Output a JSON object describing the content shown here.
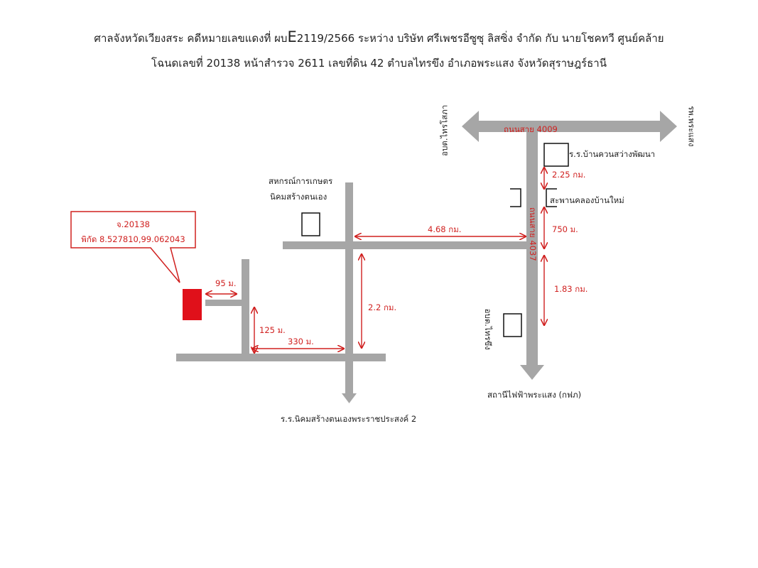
{
  "header": {
    "line1_prefix": "ศาลจังหวัดเวียงสระ คดีหมายเลขแดงที่ ผบ",
    "line1_e": "E",
    "line1_suffix": "2119/2566 ระหว่าง บริษัท ศรีเพชรอีซูซุ ลิสซิ่ง จำกัด กับ นายโชคทวี ศูนย์คล้าย",
    "line2": "โฉนดเลขที่ 20138 หน้าสำรวจ 2611 เลขที่ดิน 42 ตำบลไทรขึง อำเภอพระแสง จังหวัดสุราษฎร์ธานี"
  },
  "map": {
    "roads": {
      "road_4009": "ถนนสาย 4009",
      "road_4037": "ถนนสาย 4037"
    },
    "ends": {
      "left_end": "อบต.ไทรโสภา",
      "right_end": "รพ.พระแสง",
      "south_right": "สถานีไฟฟ้าพระแสง (กฟภ)",
      "south_middle": "ร.ร.นิคมสร้างตนเองพระราชประสงค์ 2"
    },
    "landmarks": {
      "school_top": "ร.ร.บ้านควนสว่างพัฒนา",
      "bridge": "สะพานคลองบ้านใหม่",
      "coop_line1": "สหกรณ์การเกษตร",
      "coop_line2": "นิคมสร้างตนเอง",
      "sao_right": "อบต.ไทรขึง"
    },
    "distances": {
      "d_225": "2.25 กม.",
      "d_750": "750 ม.",
      "d_183": "1.83 กม.",
      "d_468": "4.68 กม.",
      "d_22": "2.2 กม.",
      "d_95": "95 ม.",
      "d_125": "125 ม.",
      "d_330": "330 ม."
    },
    "callout": {
      "line1": "จ.20138",
      "line2": "พิกัด 8.527810,99.062043"
    },
    "colors": {
      "road": "#a6a6a6",
      "accent": "#d0201f",
      "plot": "#e0101a"
    }
  }
}
